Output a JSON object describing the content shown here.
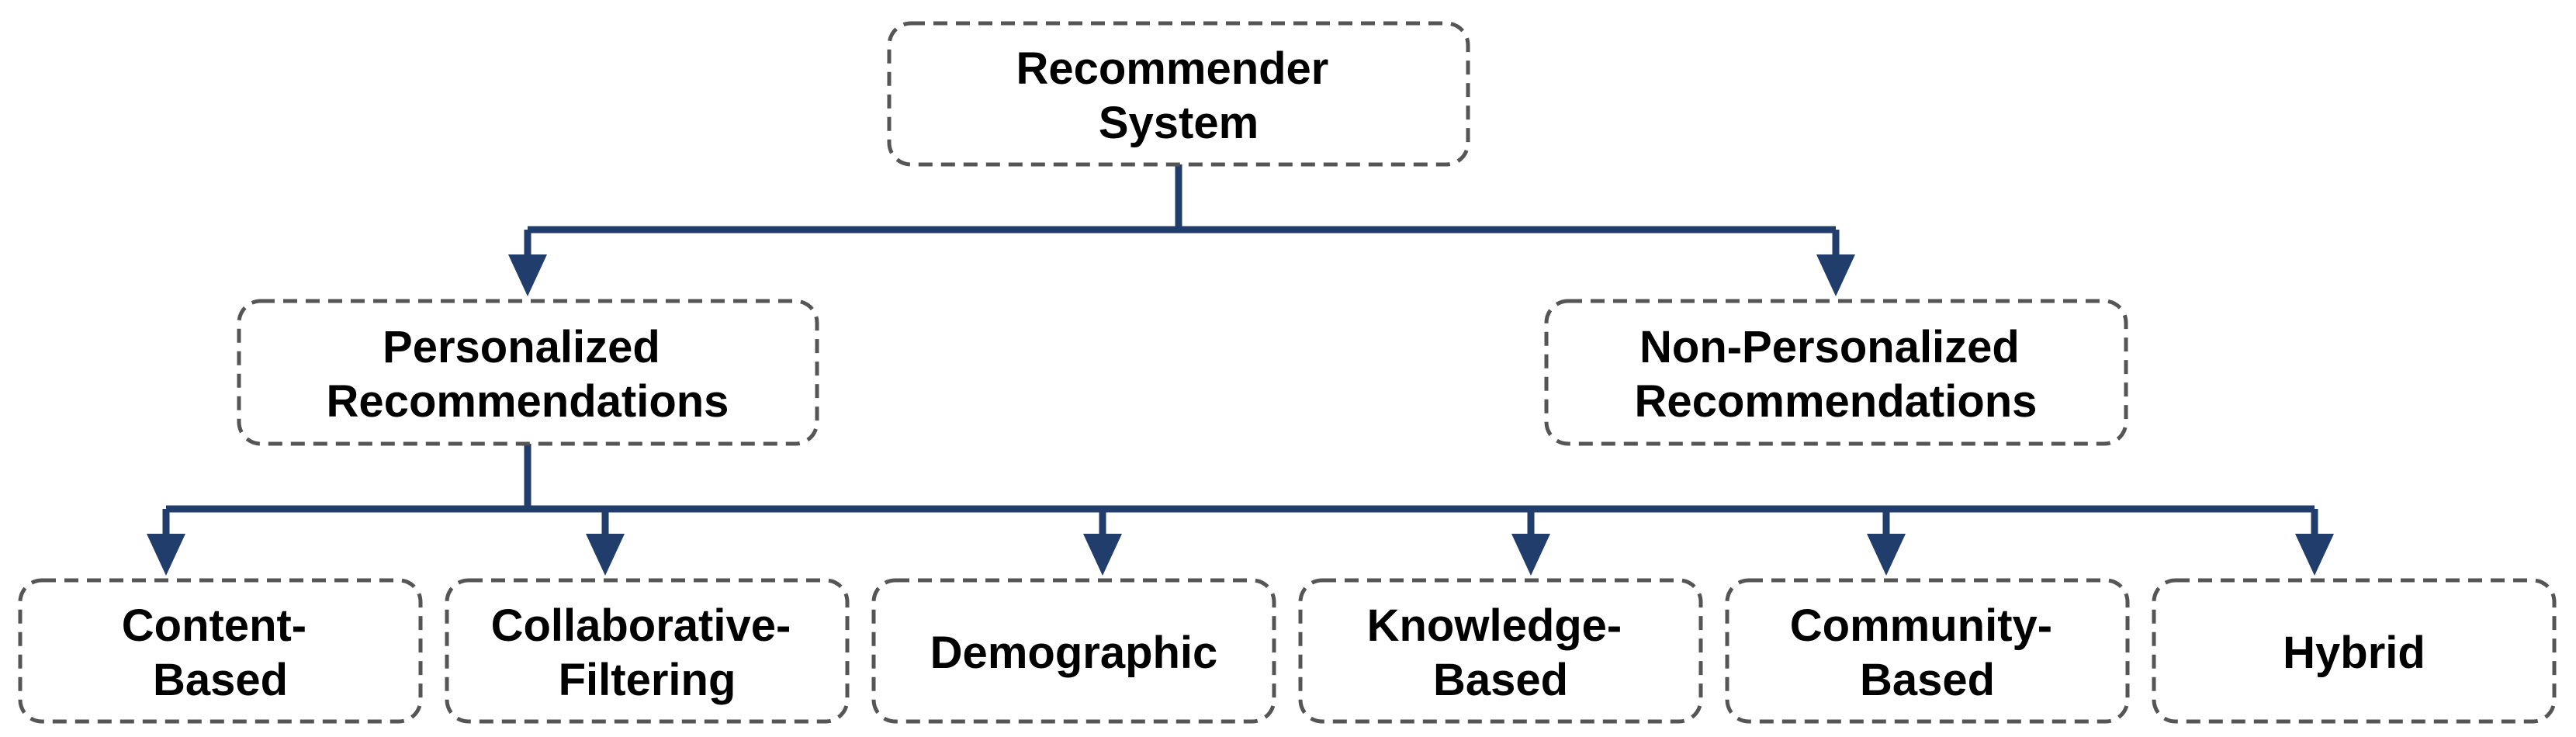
{
  "colors": {
    "connector": "#213d6b",
    "box_border": "#555555",
    "text": "#000000",
    "background": "#ffffff"
  },
  "nodes": {
    "root": {
      "lines": [
        "Recommender",
        "System"
      ]
    },
    "personalized": {
      "lines": [
        "Personalized",
        "Recommendations"
      ]
    },
    "non_personalized": {
      "lines": [
        "Non-Personalized",
        "Recommendations"
      ]
    },
    "content_based": {
      "lines": [
        "Content-",
        "Based"
      ]
    },
    "collaborative": {
      "lines": [
        "Collaborative-",
        "Filtering"
      ]
    },
    "demographic": {
      "lines": [
        "Demographic"
      ]
    },
    "knowledge_based": {
      "lines": [
        "Knowledge-",
        "Based"
      ]
    },
    "community_based": {
      "lines": [
        "Community-",
        "Based"
      ]
    },
    "hybrid": {
      "lines": [
        "Hybrid"
      ]
    }
  },
  "edges": [
    {
      "from": "root",
      "to": "personalized"
    },
    {
      "from": "root",
      "to": "non_personalized"
    },
    {
      "from": "personalized",
      "to": "content_based"
    },
    {
      "from": "personalized",
      "to": "collaborative"
    },
    {
      "from": "personalized",
      "to": "demographic"
    },
    {
      "from": "personalized",
      "to": "knowledge_based"
    },
    {
      "from": "personalized",
      "to": "community_based"
    },
    {
      "from": "personalized",
      "to": "hybrid"
    }
  ]
}
